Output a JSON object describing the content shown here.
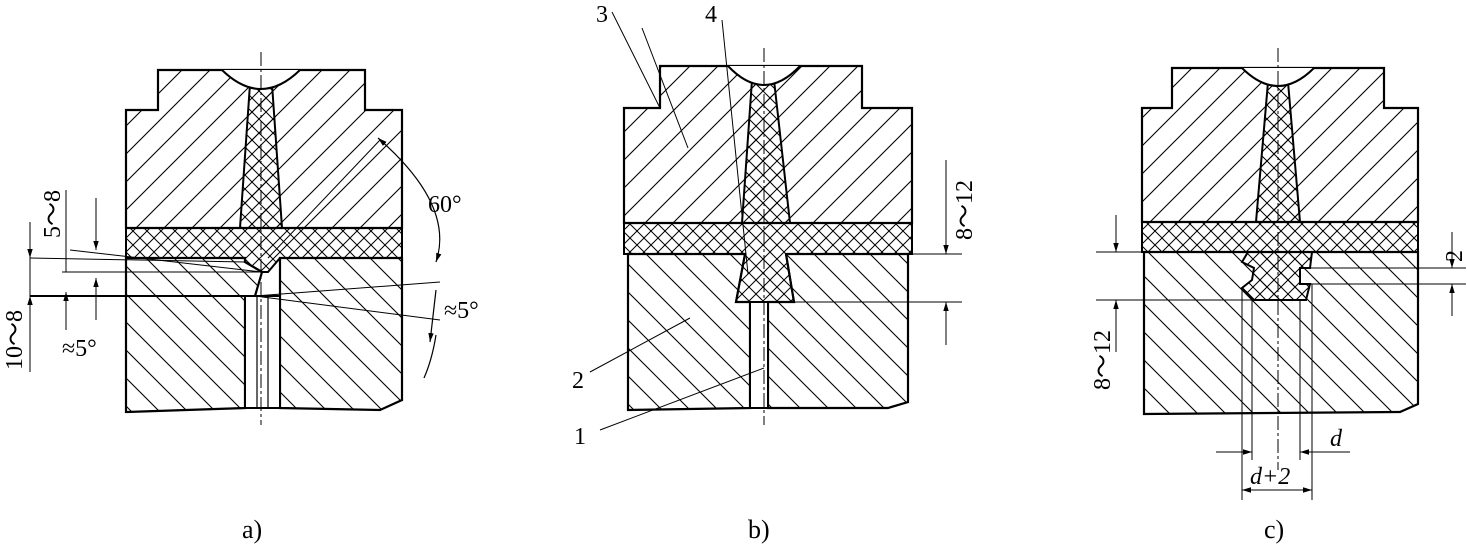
{
  "panels": [
    {
      "caption": "a)",
      "dims": {
        "d1": "5～8",
        "d2": "10～8",
        "a1": "≈5°",
        "a2": "60°",
        "a3": "≈5°"
      }
    },
    {
      "caption": "b)",
      "dims": {
        "d1": "8～12"
      },
      "callouts": [
        "1",
        "2",
        "3",
        "4"
      ]
    },
    {
      "caption": "c)",
      "dims": {
        "d1": "8～12",
        "d2": "2",
        "d3": "d",
        "d4": "d+2"
      }
    }
  ]
}
